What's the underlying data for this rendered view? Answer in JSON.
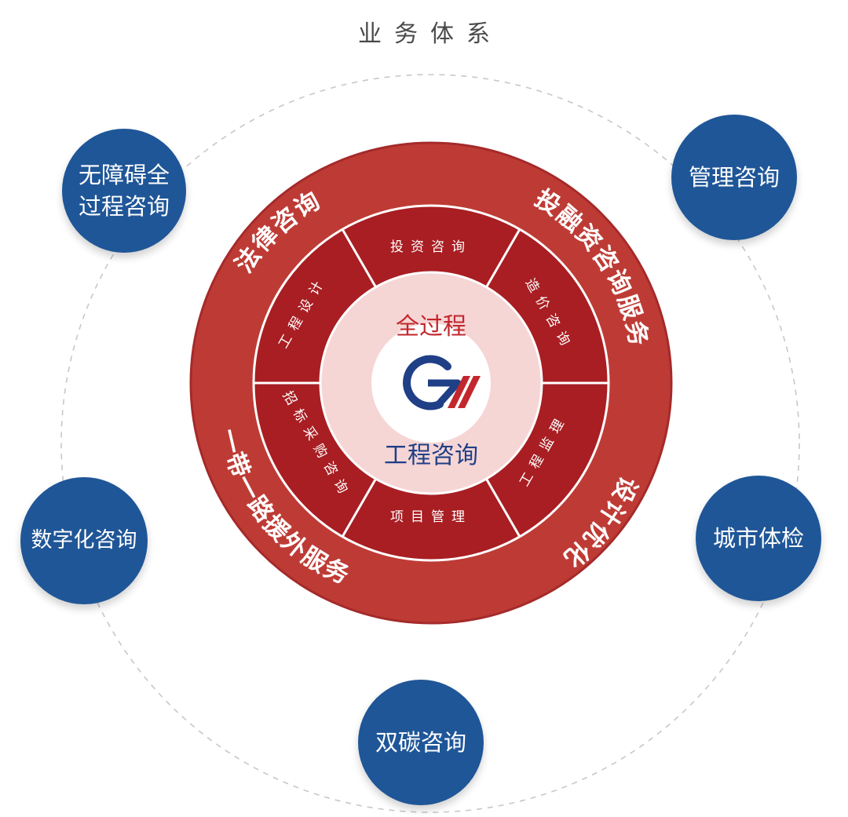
{
  "title": "业务体系",
  "center": {
    "top_label": "全过程",
    "bottom_label": "工程咨询"
  },
  "segments": [
    {
      "label": "投资咨询"
    },
    {
      "label": "造价咨询"
    },
    {
      "label": "工程监理"
    },
    {
      "label": "项目管理"
    },
    {
      "label": "招标采购咨询"
    },
    {
      "label": "工程设计"
    }
  ],
  "outer_ring": [
    {
      "label": "法律咨询"
    },
    {
      "label": "投融资咨询服务"
    },
    {
      "label": "设计优化"
    },
    {
      "label": "一带一路援外服务"
    }
  ],
  "satellites": [
    {
      "line1": "无障碍全",
      "line2": "过程咨询"
    },
    {
      "line1": "管理咨询",
      "line2": ""
    },
    {
      "line1": "城市体检",
      "line2": ""
    },
    {
      "line1": "双碳咨询",
      "line2": ""
    },
    {
      "line1": "数字化咨询",
      "line2": ""
    }
  ],
  "colors": {
    "outer_ring": "#be3b35",
    "segments": "#a81e22",
    "hub": "#f6d5d5",
    "bubbles": "#1f5697",
    "logo_blue": "#1f3f86",
    "logo_red": "#c1272d"
  },
  "icons": {
    "logo": "company-logo-icon"
  }
}
